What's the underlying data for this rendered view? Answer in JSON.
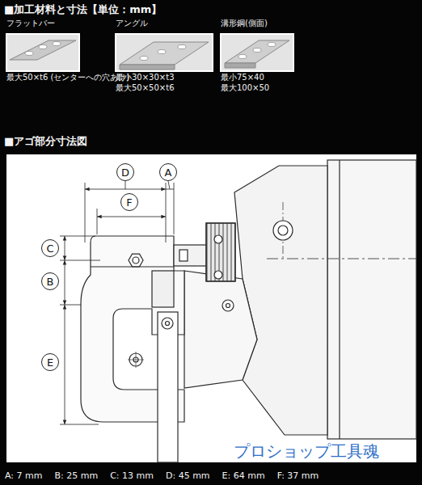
{
  "diagram": {
    "nodes": [
      {
        "text": [
          "フラットバー",
          "最大50×t6 (センターへの穴あけ)"
        ]
      },
      {
        "text": [
          "アングル",
          "最小30×30×t3",
          "最大50×50×t6"
        ]
      },
      {
        "text": [
          "溝形鋼(側面)",
          "最小75×40",
          "最大100×50"
        ]
      },
      {
        "text": [
          "D"
        ]
      },
      {
        "text": [
          "A"
        ]
      },
      {
        "text": [
          "F"
        ]
      },
      {
        "text": [
          "C"
        ]
      },
      {
        "text": [
          "B"
        ]
      },
      {
        "text": [
          "E"
        ]
      }
    ],
    "labels": [
      "■加工材料と寸法【単位：mm】",
      "■アゴ部分寸法図",
      "プロショップ工具魂",
      "A: 7 mm",
      "B: 25 mm",
      "C: 13 mm",
      "D: 45 mm",
      "E: 64 mm",
      "F: 37 mm"
    ]
  }
}
